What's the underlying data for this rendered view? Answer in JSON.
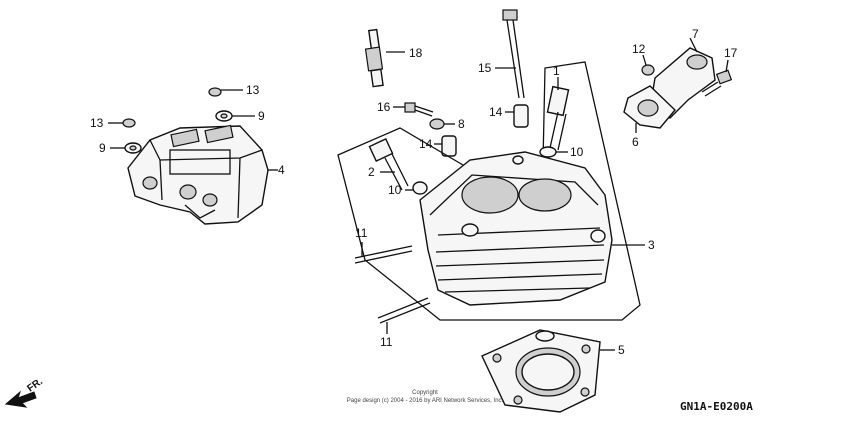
{
  "diagram": {
    "copyright_line1": "Copyright",
    "copyright_line2": "Page design (c) 2004 - 2016 by ARI Network Services, Inc.",
    "diagram_code": "GN1A-E0200A",
    "direction_label": "FR.",
    "callouts": {
      "c1": "1",
      "c2": "2",
      "c3": "3",
      "c4": "4",
      "c5": "5",
      "c6": "6",
      "c7": "7",
      "c8": "8",
      "c9a": "9",
      "c9b": "9",
      "c10a": "10",
      "c10b": "10",
      "c11a": "11",
      "c11b": "11",
      "c12": "12",
      "c13a": "13",
      "c13b": "13",
      "c14a": "14",
      "c14b": "14",
      "c15": "15",
      "c16": "16",
      "c17": "17",
      "c18": "18"
    }
  }
}
